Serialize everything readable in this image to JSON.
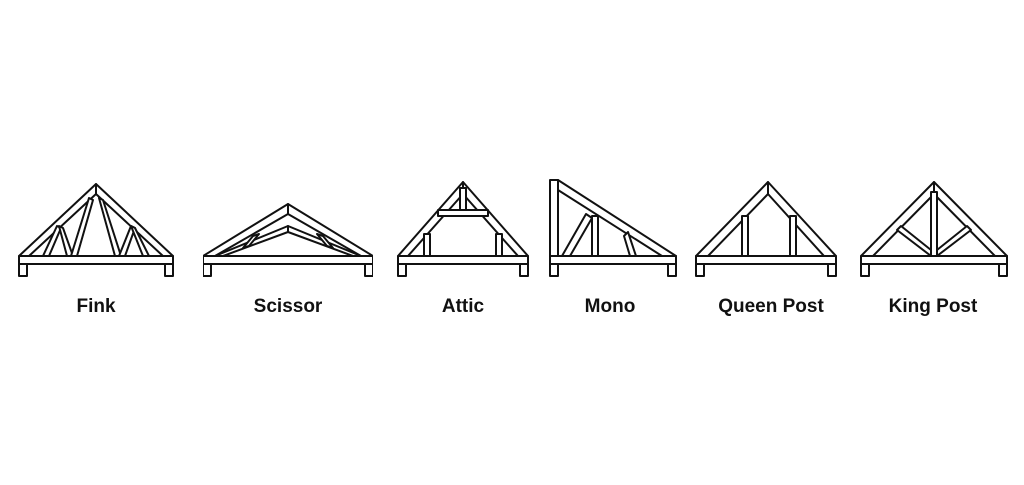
{
  "trusses": [
    {
      "key": "fink",
      "label": "Fink",
      "icon": "fink-truss-icon"
    },
    {
      "key": "scissor",
      "label": "Scissor",
      "icon": "scissor-truss-icon"
    },
    {
      "key": "attic",
      "label": "Attic",
      "icon": "attic-truss-icon"
    },
    {
      "key": "mono",
      "label": "Mono",
      "icon": "mono-truss-icon"
    },
    {
      "key": "queen_post",
      "label": "Queen Post",
      "icon": "queen-post-truss-icon"
    },
    {
      "key": "king_post",
      "label": "King Post",
      "icon": "king-post-truss-icon"
    }
  ],
  "colors": {
    "stroke": "#111111",
    "background": "#ffffff"
  }
}
